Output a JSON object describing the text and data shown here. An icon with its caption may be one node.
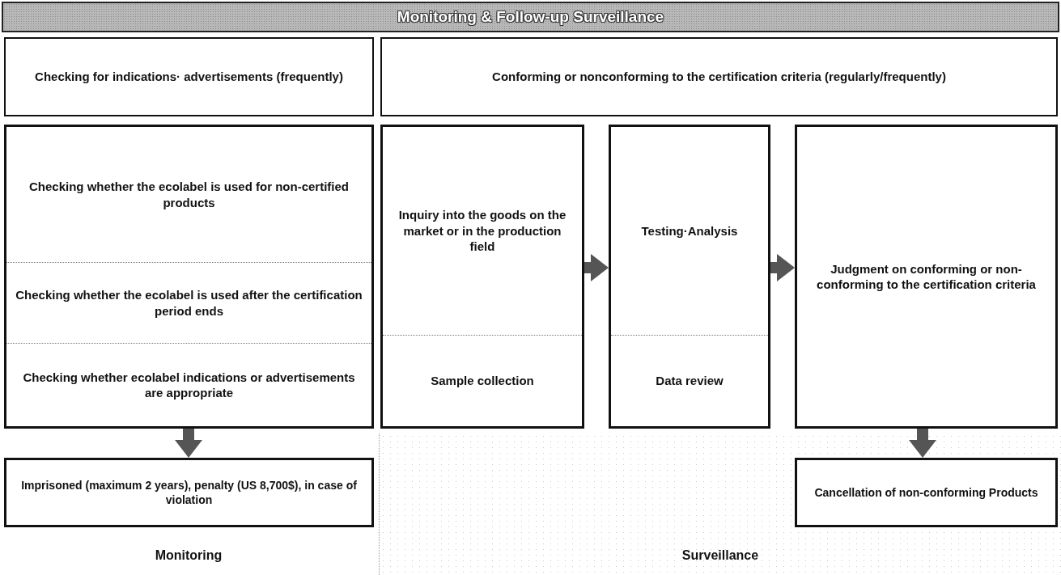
{
  "diagram": {
    "title": "Monitoring & Follow-up Surveillance",
    "nodes": [
      {
        "text": [
          "Checking for indications· advertisements (frequently)"
        ]
      },
      {
        "text": [
          "Conforming or nonconforming to the certification criteria (regularly/frequently)"
        ]
      },
      {
        "text": [
          "Checking whether the ecolabel is used for non-certified products",
          "Checking whether the ecolabel is used after the certification period ends",
          "Checking whether ecolabel indications or advertisements are appropriate"
        ]
      },
      {
        "text": [
          "Inquiry into the goods on the market or in the production field",
          "Sample collection"
        ]
      },
      {
        "text": [
          "Testing·Analysis",
          "Data review"
        ]
      },
      {
        "text": [
          "Judgment on conforming or non-conforming to the certification criteria"
        ]
      },
      {
        "text": [
          "Imprisoned (maximum 2 years), penalty (US 8,700$), in case of violation"
        ]
      },
      {
        "text": [
          "Cancellation of non-conforming Products"
        ]
      }
    ],
    "edges": [
      {
        "from": 3,
        "to": 4,
        "arrow": "to"
      },
      {
        "from": 4,
        "to": 5,
        "arrow": "to"
      },
      {
        "from": 2,
        "to": 6,
        "arrow": "to"
      },
      {
        "from": 5,
        "to": 7,
        "arrow": "to"
      }
    ],
    "labels": [
      "Monitoring",
      "Surveillance"
    ]
  }
}
